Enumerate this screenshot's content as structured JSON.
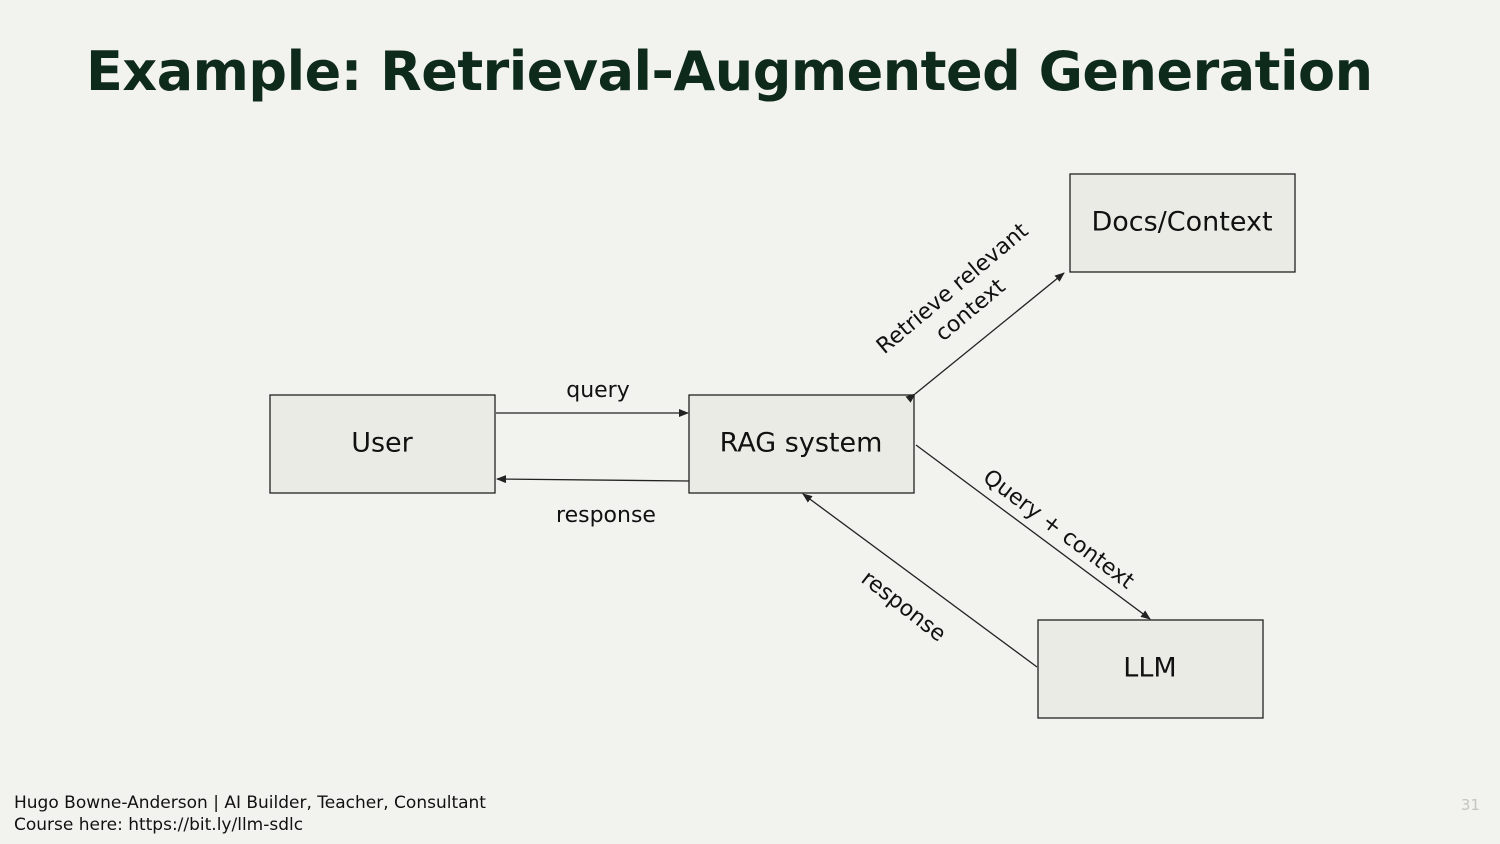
{
  "slide": {
    "title": "Example: Retrieval-Augmented Generation",
    "page_number": "31"
  },
  "diagram": {
    "nodes": {
      "user": "User",
      "rag": "RAG system",
      "docs": "Docs/Context",
      "llm": "LLM"
    },
    "edges": {
      "query": "query",
      "response_user": "response",
      "retrieve_line1": "Retrieve relevant",
      "retrieve_line2": "context",
      "query_context": "Query + context",
      "response_llm": "response"
    }
  },
  "footer": {
    "line1": "Hugo Bowne-Anderson | AI Builder, Teacher, Consultant",
    "line2": "Course here: https://bit.ly/llm-sdlc"
  },
  "colors": {
    "background": "#f2f2ee",
    "title": "#0e2a1b",
    "box_fill": "#ebebe6",
    "stroke": "#222222"
  }
}
